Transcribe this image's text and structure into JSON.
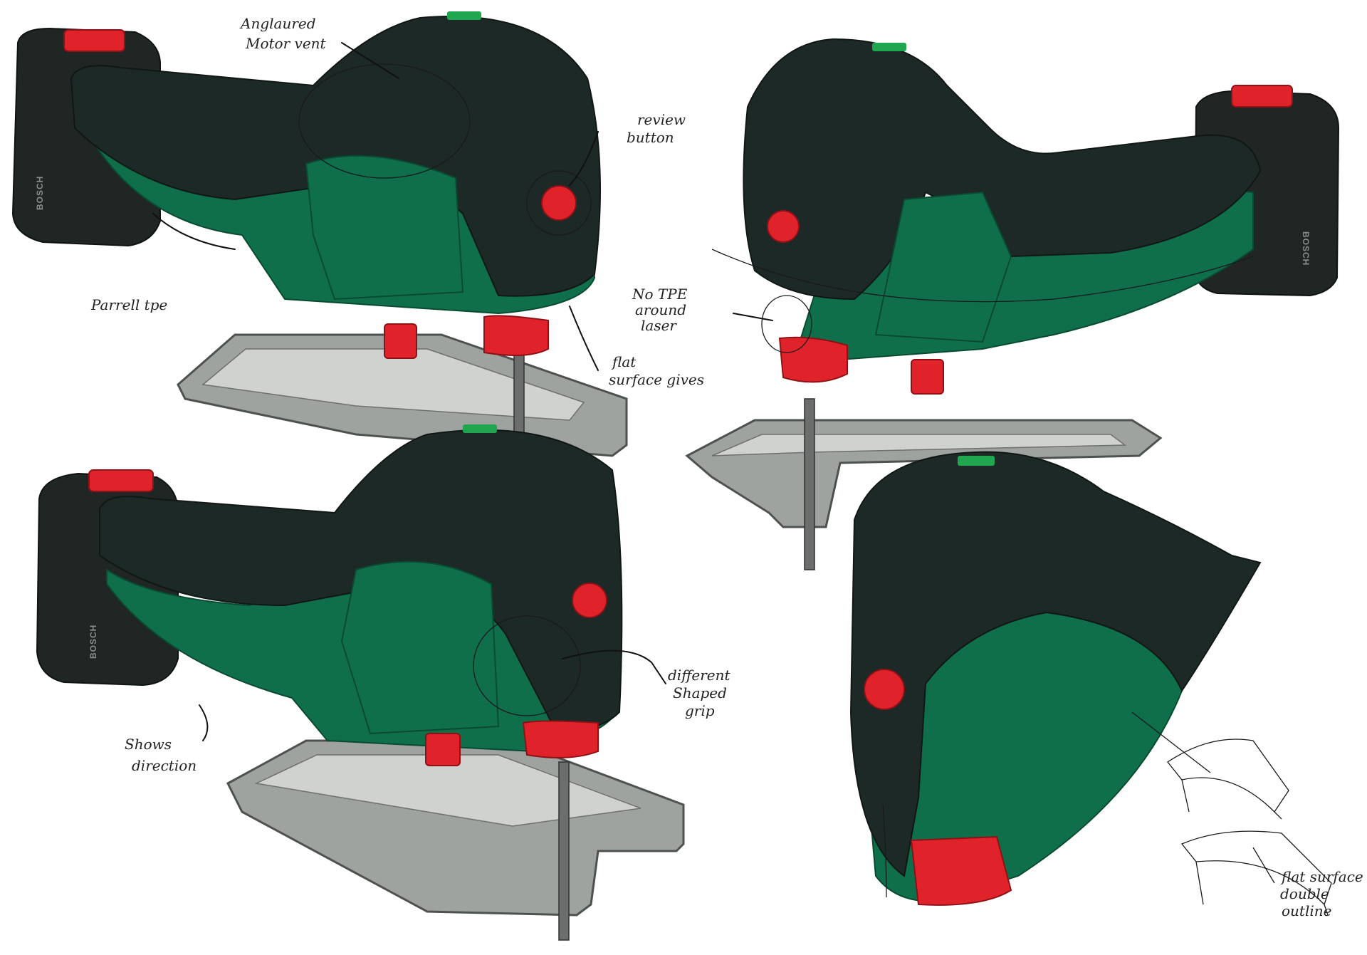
{
  "colors": {
    "body_dark": "#1d2926",
    "body_green": "#0f6f4a",
    "accent_red": "#e0232b",
    "base_grey": "#9fa3a0",
    "led_green": "#1fa64f"
  },
  "brand_mark": "BOSCH",
  "annotations": {
    "motor_vent_line1": "Anglaured",
    "motor_vent_line2": "Motor vent",
    "review_button_line1": "review",
    "review_button_line2": "button",
    "parrell_tpe": "Parrell tpe",
    "no_tpe_line1": "No TPE",
    "no_tpe_line2": "around",
    "no_tpe_line3": "laser",
    "flat_surface_line1": "flat",
    "flat_surface_line2": "surface gives",
    "different_grip_line1": "different",
    "different_grip_line2": "Shaped",
    "different_grip_line3": "grip",
    "shows_direction_line1": "Shows",
    "shows_direction_line2": "direction",
    "flat_outline_line1": "flat surface",
    "flat_outline_line2": "double",
    "flat_outline_line3": "outline"
  }
}
